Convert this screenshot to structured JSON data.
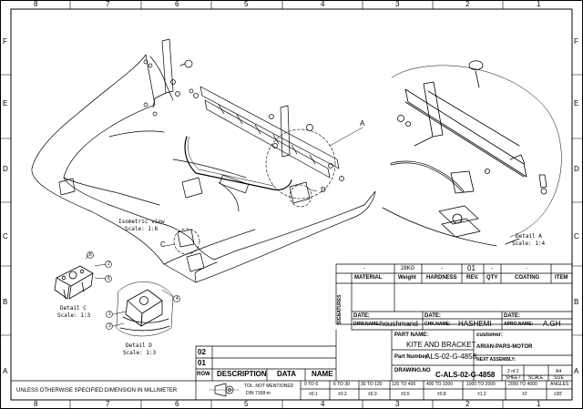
{
  "border": {
    "columns": [
      "8",
      "7",
      "6",
      "5",
      "4",
      "3",
      "2",
      "1"
    ],
    "rows": [
      "F",
      "E",
      "D",
      "C",
      "B",
      "A"
    ]
  },
  "views": {
    "isometric_title": "Isometric view",
    "isometric_scale": "Scale: 1:8",
    "detail_a_title": "Detail A",
    "detail_a_scale": "Scale: 1:4",
    "detail_c_title": "Detail C",
    "detail_c_scale": "Scale: 1:3",
    "detail_d_title": "Detail D",
    "detail_d_scale": "Scale: 1:3",
    "label_a": "A",
    "label_c": "C",
    "label_d": "D",
    "balloons": [
      "1",
      "2",
      "3",
      "4",
      "5",
      "6"
    ]
  },
  "bom": {
    "top": {
      "material": "-",
      "weight": "28KG",
      "hardness": "-",
      "rev": "01",
      "qty": "-",
      "coating": "-"
    },
    "headers": {
      "material": "MATERIAL",
      "weight": "Weight",
      "hardness": "HARDNESS",
      "rev": "REV.",
      "qty": "QTY",
      "coating": "COATING",
      "item": "ITEM"
    }
  },
  "title_block": {
    "signatures": "SIGNATURES",
    "date_label": "DATE:",
    "drw_label": "DRW.NAME:",
    "drw_name": "houshmand",
    "chk_label": "CHK.NAME:",
    "chk_name": "HASHEMI",
    "apro_label": "APRO.NAME:",
    "apro_name": "A.GH",
    "part_name_label": "PART NAME:",
    "part_name": "KITE AND BRACKET",
    "part_number_label": "Part Number:",
    "part_number": "ALS-02-G-4858",
    "customer_label": "customer:",
    "customer": "ARIAN-PARS-MOTOR",
    "next_assembly": "NEXT ASSEMBLY:",
    "drawing_no_label": "DRAWING.NO",
    "drawing_no": "C-ALS-02-G-4858",
    "sheet": "2 of 2",
    "sheet_label": "SHEET",
    "scale_label": "SCALE",
    "size": "A4",
    "size_label": "SIZE"
  },
  "revision": {
    "rows": [
      "02",
      "01"
    ],
    "row_label": "ROW",
    "description_label": "DESCRIPTION",
    "data_label": "DATA",
    "name_label": "NAME"
  },
  "tolerance": {
    "note": "TOL. NOT MENTIONED",
    "standard": "DIN 7168-m",
    "ranges": [
      "0 TO 6",
      "6 TO 30",
      "30 TO 120",
      "120 TO 400",
      "400 TO 1000",
      "1000 TO 2000",
      "2000 TO 4000",
      "ANGLES"
    ],
    "values": [
      "±0.1",
      "±0.2",
      "±0.3",
      "±0.5",
      "±0.8",
      "±1.2",
      "±2",
      "±30'"
    ]
  },
  "footer": {
    "note": "UNLESS OTHERWISE SPECIFIED:DIMENSION IN MILLIMETER"
  }
}
